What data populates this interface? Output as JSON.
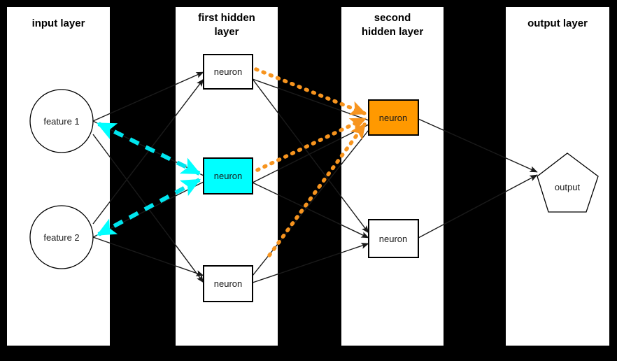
{
  "diagram": {
    "title": "neural network layers diagram",
    "background_color": "#000000",
    "panel_color": "#ffffff",
    "colors": {
      "highlight_cyan": "#00FFFF",
      "highlight_orange": "#FF9900",
      "arrow_cyan": "#00E5EE",
      "arrow_orange": "#F7941E",
      "stroke": "#000000"
    },
    "panels": [
      {
        "id": "input",
        "title": "input layer",
        "title_lines": [
          "input layer"
        ]
      },
      {
        "id": "hidden1",
        "title": "first hidden layer",
        "title_lines": [
          "first hidden",
          "layer"
        ]
      },
      {
        "id": "hidden2",
        "title": "second hidden layer",
        "title_lines": [
          "second",
          "hidden layer"
        ]
      },
      {
        "id": "output",
        "title": "output layer",
        "title_lines": [
          "output layer"
        ]
      }
    ],
    "nodes": {
      "input": [
        {
          "id": "feature-1",
          "label": "feature 1",
          "shape": "circle",
          "fill": "#ffffff"
        },
        {
          "id": "feature-2",
          "label": "feature 2",
          "shape": "circle",
          "fill": "#ffffff"
        }
      ],
      "hidden1": [
        {
          "id": "h1-neuron-1",
          "label": "neuron",
          "shape": "rect",
          "fill": "#ffffff"
        },
        {
          "id": "h1-neuron-2",
          "label": "neuron",
          "shape": "rect",
          "fill": "#00FFFF"
        },
        {
          "id": "h1-neuron-3",
          "label": "neuron",
          "shape": "rect",
          "fill": "#ffffff"
        }
      ],
      "hidden2": [
        {
          "id": "h2-neuron-1",
          "label": "neuron",
          "shape": "rect",
          "fill": "#FF9900"
        },
        {
          "id": "h2-neuron-2",
          "label": "neuron",
          "shape": "rect",
          "fill": "#ffffff"
        }
      ],
      "output": [
        {
          "id": "output-node",
          "label": "output",
          "shape": "pentagon",
          "fill": "#ffffff"
        }
      ]
    },
    "highlighted_edges": {
      "cyan": {
        "color": "#00E5EE",
        "style": "dashed",
        "bidirectional": true,
        "count": 2,
        "from": [
          "feature 1",
          "feature 2"
        ],
        "to": "neuron"
      },
      "orange": {
        "color": "#F7941E",
        "style": "dotted",
        "bidirectional": false,
        "count": 3,
        "from": [
          "neuron",
          "neuron",
          "neuron"
        ],
        "to": "neuron"
      }
    }
  }
}
